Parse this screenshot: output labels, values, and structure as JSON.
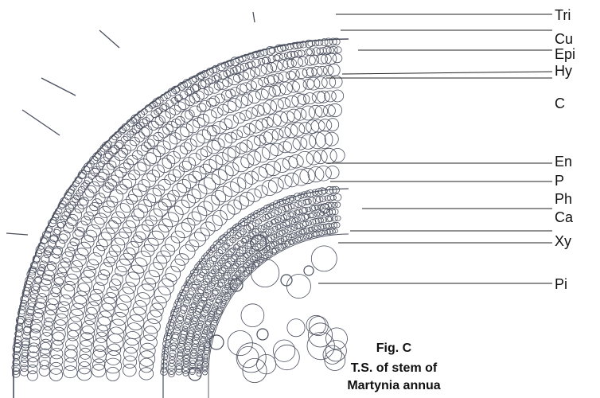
{
  "labels": [
    {
      "id": "tri",
      "text": "Tri"
    },
    {
      "id": "cu",
      "text": "Cu"
    },
    {
      "id": "epi",
      "text": "Epi"
    },
    {
      "id": "hy",
      "text": "Hy"
    },
    {
      "id": "c",
      "text": "C"
    },
    {
      "id": "en",
      "text": "En"
    },
    {
      "id": "p",
      "text": "P"
    },
    {
      "id": "ph",
      "text": "Ph"
    },
    {
      "id": "ca",
      "text": "Ca"
    },
    {
      "id": "xy",
      "text": "Xy"
    },
    {
      "id": "pi",
      "text": "Pi"
    }
  ],
  "caption": {
    "line1": "Fig. C",
    "line2": "T.S. of stem of",
    "species": "Martynia annua"
  },
  "colors": {
    "ink": "#4a4f5e",
    "label": "#111111",
    "paper": "#ffffff"
  }
}
